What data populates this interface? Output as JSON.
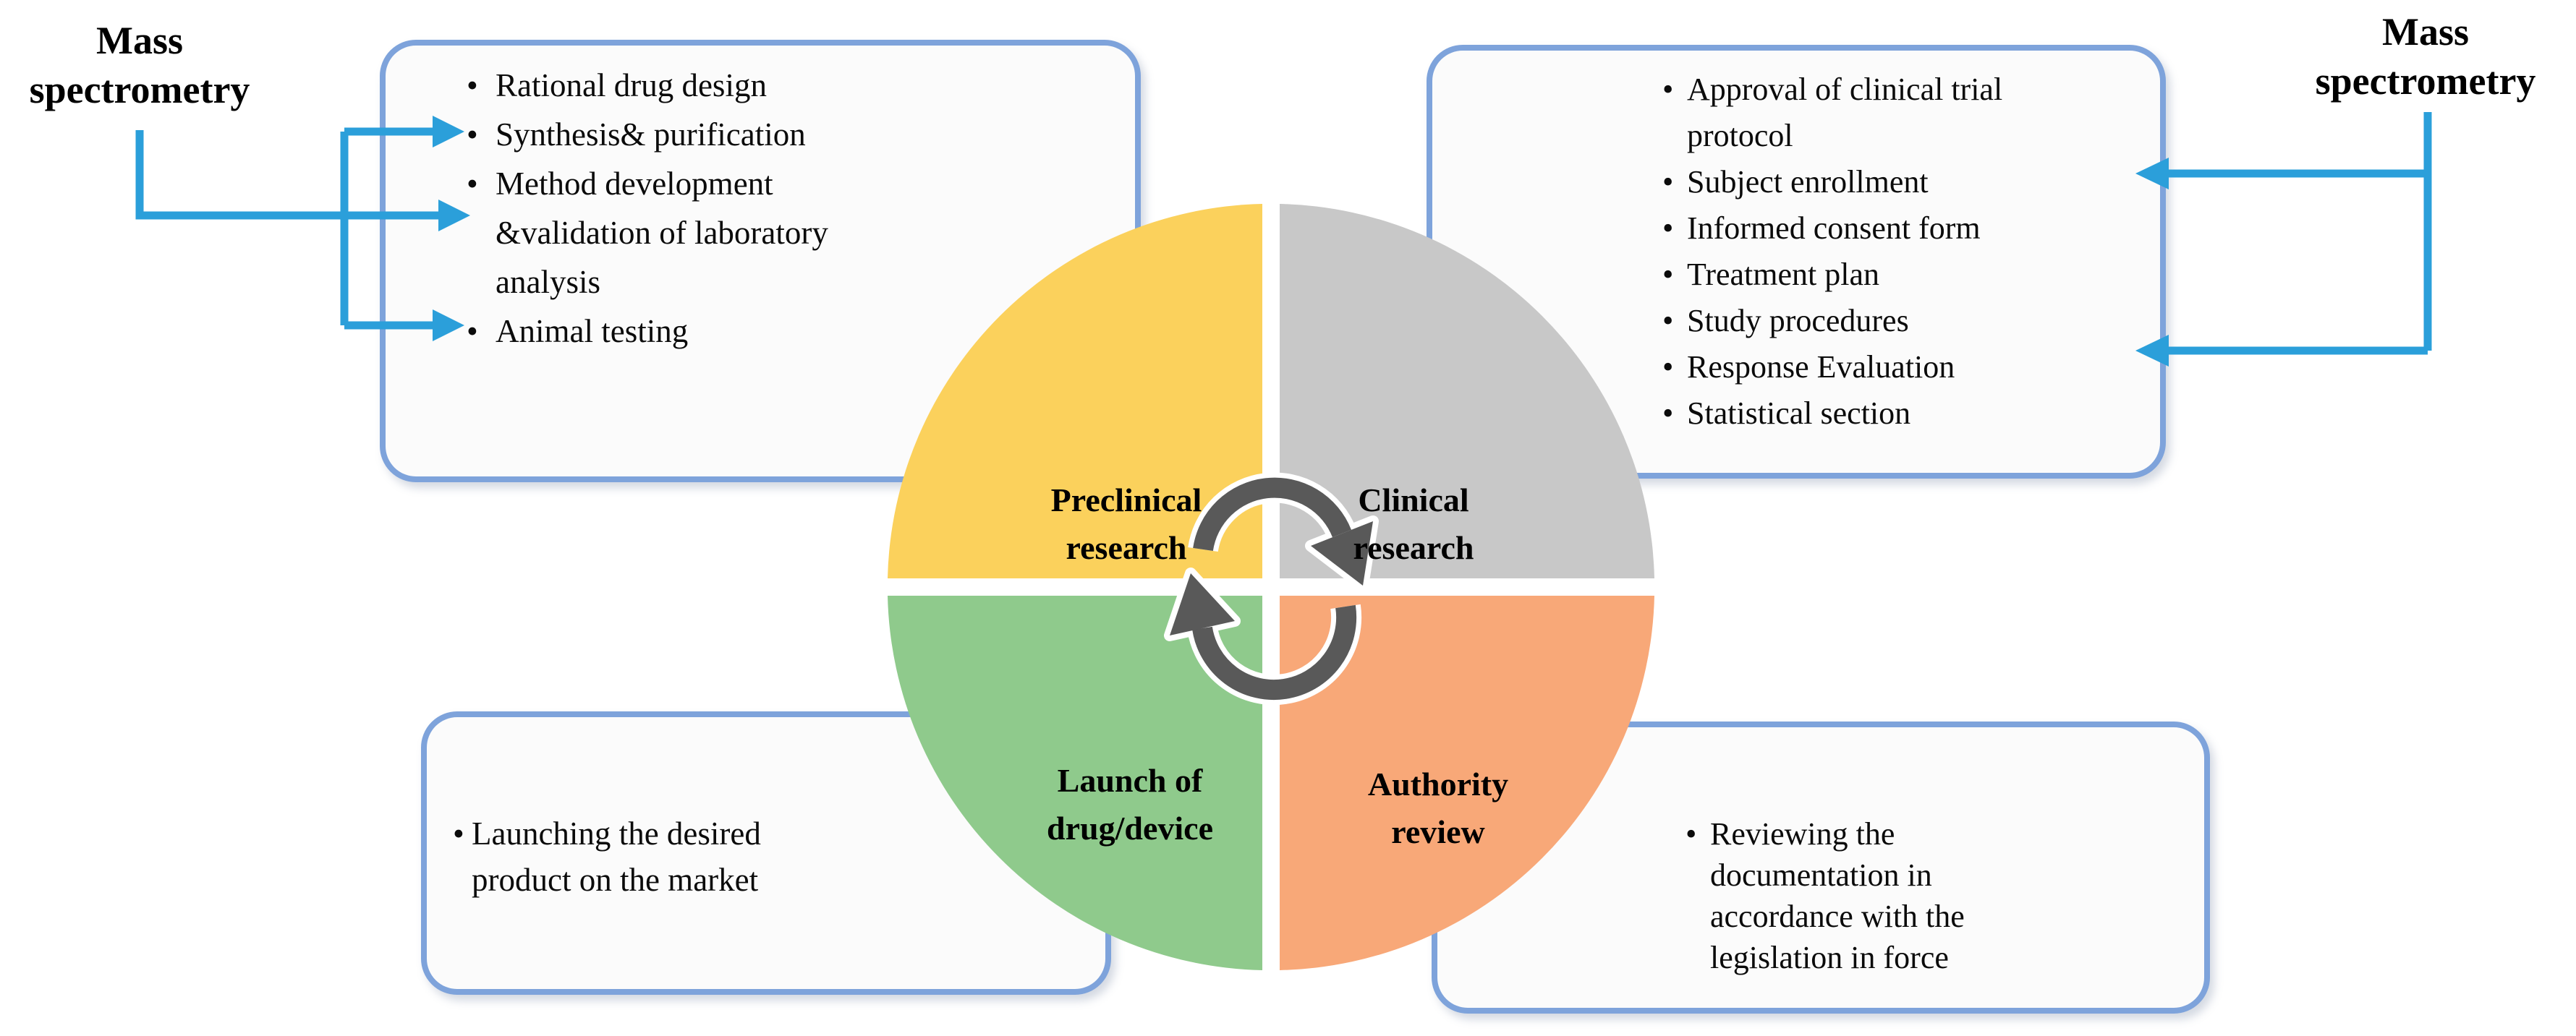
{
  "glyphs": {
    "bullet": "•"
  },
  "colors": {
    "preclinical": "#fbd15c",
    "clinical": "#c8c8c8",
    "launch": "#8fca8c",
    "authority": "#f8a878",
    "connector": "#2b9fda",
    "cycle_arrow": "#595959",
    "box_border": "#7ea3db"
  },
  "labels": {
    "mass_spec_left": {
      "line1": "Mass",
      "line2": "spectrometry"
    },
    "mass_spec_right": {
      "line1": "Mass",
      "line2": "spectrometry"
    }
  },
  "quadrants": {
    "preclinical": {
      "line1": "Preclinical",
      "line2": "research"
    },
    "clinical": {
      "line1": "Clinical",
      "line2": "research"
    },
    "launch": {
      "line1": "Launch of",
      "line2": "drug/device"
    },
    "authority": {
      "line1": "Authority",
      "line2": "review"
    }
  },
  "boxes": {
    "preclinical": {
      "items": [
        {
          "lines": [
            "Rational drug design"
          ]
        },
        {
          "lines": [
            "Synthesis& purification"
          ]
        },
        {
          "lines": [
            "Method development",
            "&validation of laboratory",
            "analysis"
          ]
        },
        {
          "lines": [
            "Animal testing"
          ]
        }
      ]
    },
    "clinical": {
      "items": [
        {
          "lines": [
            "Approval of clinical trial",
            "protocol"
          ]
        },
        {
          "lines": [
            "Subject enrollment"
          ]
        },
        {
          "lines": [
            "Informed consent form"
          ]
        },
        {
          "lines": [
            "Treatment plan"
          ]
        },
        {
          "lines": [
            "Study procedures"
          ]
        },
        {
          "lines": [
            "Response Evaluation"
          ]
        },
        {
          "lines": [
            "Statistical section"
          ]
        }
      ]
    },
    "launch": {
      "items": [
        {
          "lines": [
            "Launching the desired",
            "product on the market"
          ]
        }
      ]
    },
    "authority": {
      "items": [
        {
          "lines": [
            "Reviewing the",
            "documentation in",
            "accordance with the",
            "legislation in force"
          ]
        }
      ]
    }
  }
}
